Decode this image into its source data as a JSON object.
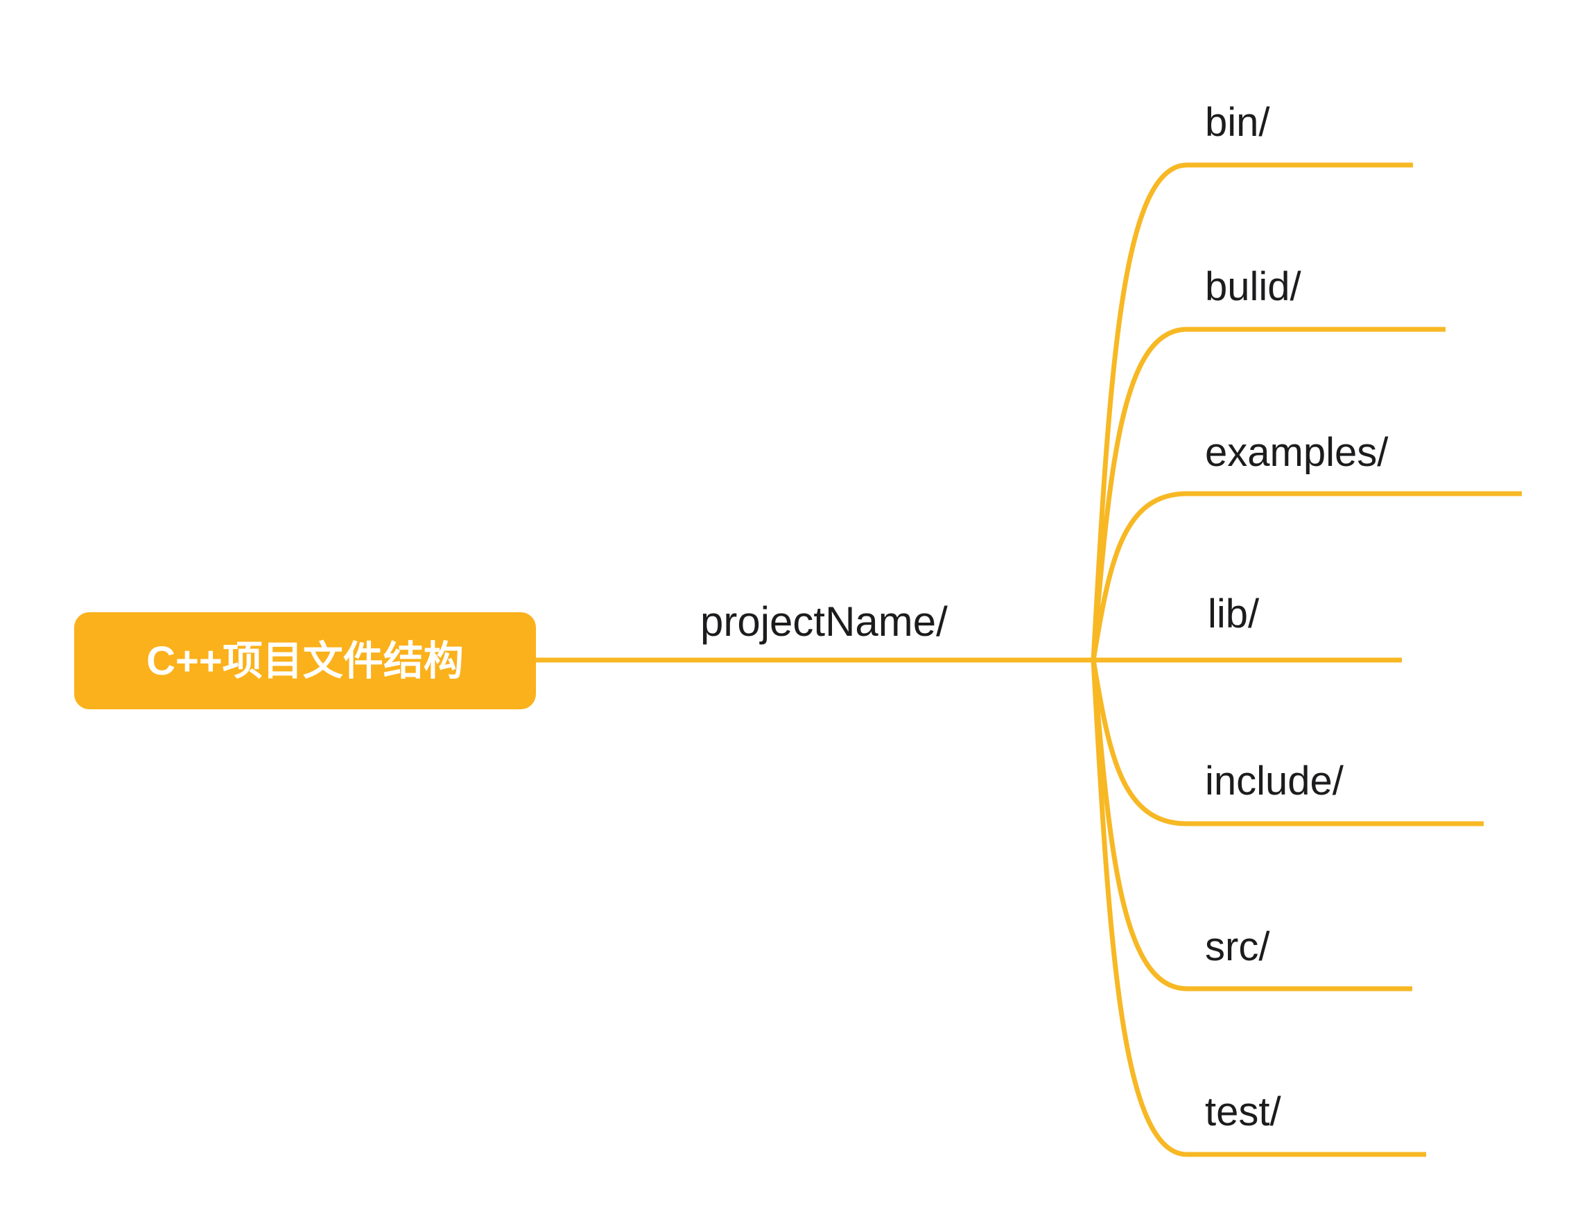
{
  "app": {
    "type": "mindmap",
    "background": "#FFFFFF"
  },
  "colors": {
    "connector": "#F7B824",
    "root_fill": "#FBB11B",
    "root_text": "#FFFFFF",
    "label_text": "#1C1C1E"
  },
  "root": {
    "label": "C++项目文件结构"
  },
  "branch": {
    "label": "projectName/"
  },
  "children": [
    {
      "label": "bin/"
    },
    {
      "label": "bulid/"
    },
    {
      "label": "examples/"
    },
    {
      "label": "lib/"
    },
    {
      "label": "include/"
    },
    {
      "label": "src/"
    },
    {
      "label": "test/"
    }
  ]
}
